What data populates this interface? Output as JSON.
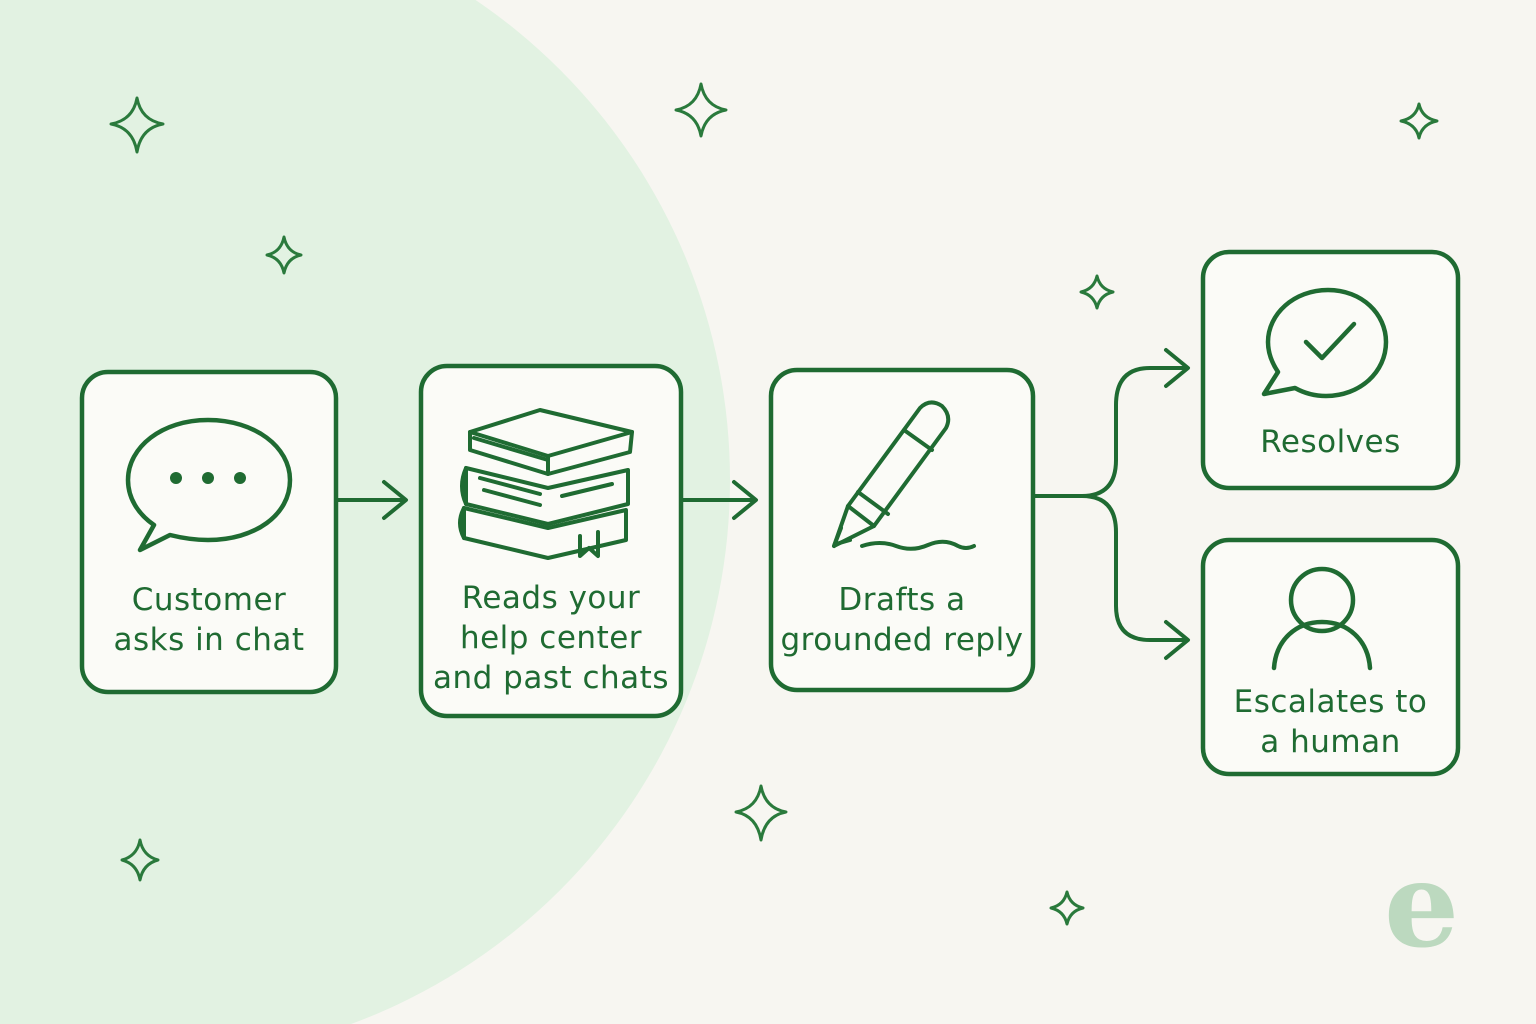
{
  "colors": {
    "background": "#f7f6f1",
    "highlight_circle": "#e2f2e2",
    "stroke": "#1f6b32",
    "box_fill": "#fbfbf7",
    "logo": "#bcd9bf"
  },
  "nodes": [
    {
      "id": "customer-asks",
      "icon": "speech-bubble-ellipsis-icon",
      "lines": [
        "Customer",
        "asks in chat"
      ]
    },
    {
      "id": "reads-help-center",
      "icon": "stack-of-books-icon",
      "lines": [
        "Reads your",
        "help center",
        "and past chats"
      ]
    },
    {
      "id": "drafts-reply",
      "icon": "pencil-writing-icon",
      "lines": [
        "Drafts a",
        "grounded reply"
      ]
    },
    {
      "id": "resolves",
      "icon": "chat-checkmark-icon",
      "lines": [
        "Resolves"
      ]
    },
    {
      "id": "escalates",
      "icon": "person-icon",
      "lines": [
        "Escalates to",
        "a human"
      ]
    }
  ],
  "edges": [
    {
      "from": "customer-asks",
      "to": "reads-help-center"
    },
    {
      "from": "reads-help-center",
      "to": "drafts-reply"
    },
    {
      "from": "drafts-reply",
      "to": "resolves"
    },
    {
      "from": "drafts-reply",
      "to": "escalates"
    }
  ],
  "decorations": {
    "sparkles": 8
  },
  "logo": {
    "letter": "e"
  }
}
